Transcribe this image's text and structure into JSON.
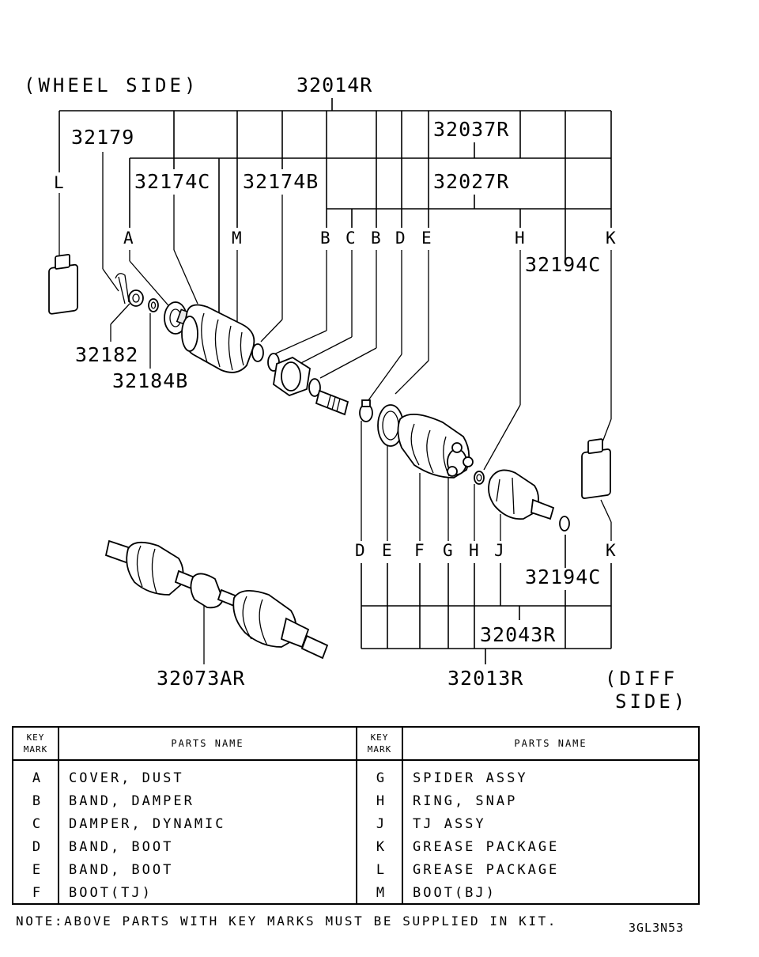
{
  "side_labels": {
    "wheel_side": "(WHEEL SIDE)",
    "diff_side_line1": "(DIFF",
    "diff_side_line2": "SIDE)"
  },
  "part_numbers": {
    "p32014R": "32014R",
    "p32037R": "32037R",
    "p32027R": "32027R",
    "p32179": "32179",
    "p32174C": "32174C",
    "p32174B": "32174B",
    "p32194C_top": "32194C",
    "p32182": "32182",
    "p32184B": "32184B",
    "p32194C_bottom": "32194C",
    "p32043R": "32043R",
    "p32073AR": "32073AR",
    "p32013R": "32013R"
  },
  "key_labels_top": {
    "L": "L",
    "A": "A",
    "M": "M",
    "B1": "B",
    "C": "C",
    "B2": "B",
    "D": "D",
    "E": "E",
    "H": "H",
    "K": "K"
  },
  "key_labels_bottom": {
    "D": "D",
    "E": "E",
    "F": "F",
    "G": "G",
    "H": "H",
    "J": "J",
    "K": "K"
  },
  "table": {
    "key_header_line1": "KEY",
    "key_header_line2": "MARK",
    "name_header": "PARTS NAME",
    "left_rows": [
      {
        "key": "A",
        "name": "COVER, DUST"
      },
      {
        "key": "B",
        "name": "BAND, DAMPER"
      },
      {
        "key": "C",
        "name": "DAMPER, DYNAMIC"
      },
      {
        "key": "D",
        "name": "BAND, BOOT"
      },
      {
        "key": "E",
        "name": "BAND, BOOT"
      },
      {
        "key": "F",
        "name": "BOOT(TJ)"
      }
    ],
    "right_rows": [
      {
        "key": "G",
        "name": "SPIDER ASSY"
      },
      {
        "key": "H",
        "name": "RING, SNAP"
      },
      {
        "key": "J",
        "name": "TJ ASSY"
      },
      {
        "key": "K",
        "name": "GREASE PACKAGE"
      },
      {
        "key": "L",
        "name": "GREASE PACKAGE"
      },
      {
        "key": "M",
        "name": "BOOT(BJ)"
      }
    ]
  },
  "note": "NOTE:ABOVE PARTS WITH KEY MARKS MUST BE SUPPLIED IN KIT.",
  "diagram_code": "3GL3N53"
}
